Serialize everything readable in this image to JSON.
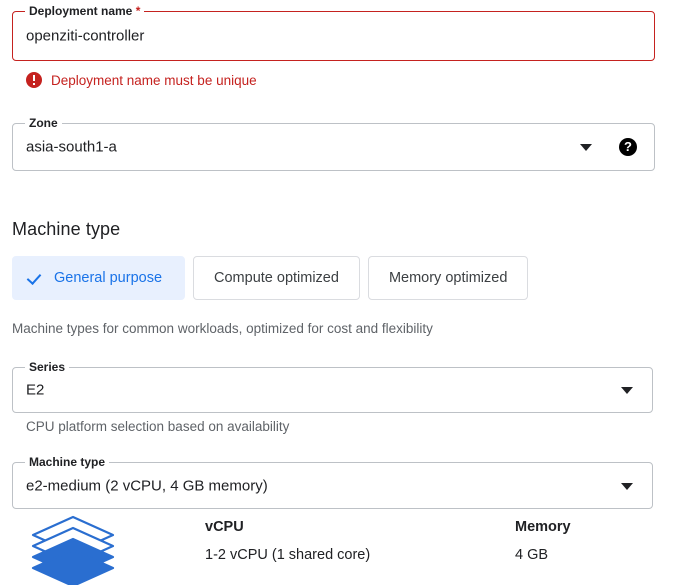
{
  "form": {
    "deployment_name": {
      "label": "Deployment name",
      "required_marker": "*",
      "value": "openziti-controller",
      "error": "Deployment name must be unique",
      "error_icon": "error-circle-icon",
      "error_color": "#c5221f"
    },
    "zone": {
      "label": "Zone",
      "value": "asia-south1-a",
      "dropdown_icon": "chevron-down-icon",
      "help_icon": "help-circle-icon",
      "help_glyph": "?"
    }
  },
  "machine_type_section": {
    "heading": "Machine type",
    "tabs": [
      {
        "label": "General purpose",
        "selected": true,
        "icon": "check-icon"
      },
      {
        "label": "Compute optimized",
        "selected": false
      },
      {
        "label": "Memory optimized",
        "selected": false
      }
    ],
    "helper_text": "Machine types for common workloads, optimized for cost and flexibility",
    "selected_tab_bg": "#e8f0fe",
    "selected_tab_fg": "#1a73e8",
    "series": {
      "label": "Series",
      "value": "E2",
      "helper_text": "CPU platform selection based on availability",
      "dropdown_icon": "chevron-down-icon"
    },
    "machine_type": {
      "label": "Machine type",
      "value": "e2-medium (2 vCPU, 4 GB memory)",
      "dropdown_icon": "chevron-down-icon"
    },
    "specs": {
      "icon": "stacked-layers-icon",
      "icon_color": "#2a6ed0",
      "columns": [
        {
          "header": "vCPU",
          "value": "1-2 vCPU (1 shared core)"
        },
        {
          "header": "Memory",
          "value": "4 GB"
        }
      ]
    }
  }
}
